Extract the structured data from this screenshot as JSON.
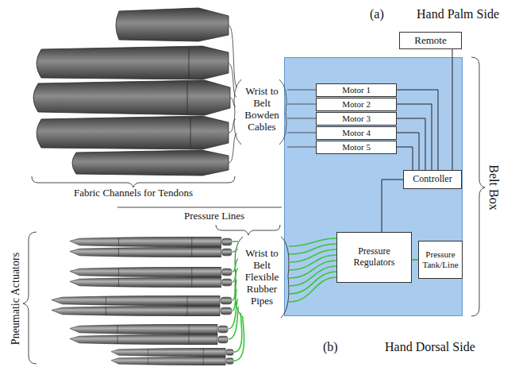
{
  "diagram": {
    "nodes": [
      {
        "text": [
          "Remote"
        ]
      },
      {
        "text": [
          "Belt Box"
        ]
      },
      {
        "text": [
          "Motor 1"
        ],
        "in": 1
      },
      {
        "text": [
          "Motor 2"
        ],
        "in": 1
      },
      {
        "text": [
          "Motor 3"
        ],
        "in": 1
      },
      {
        "text": [
          "Motor 4"
        ],
        "in": 1
      },
      {
        "text": [
          "Motor 5"
        ],
        "in": 1
      },
      {
        "text": [
          "Controller"
        ],
        "in": 1
      },
      {
        "text": [
          "Pressure Regulators"
        ],
        "in": 1
      },
      {
        "text": [
          "Pressure Tank/Line"
        ],
        "in": 1
      }
    ],
    "edges": [
      {
        "from": 0,
        "to": 7,
        "arrow": "none"
      },
      {
        "from": 7,
        "to": 2,
        "arrow": "none"
      },
      {
        "from": 7,
        "to": 3,
        "arrow": "none"
      },
      {
        "from": 7,
        "to": 4,
        "arrow": "none"
      },
      {
        "from": 7,
        "to": 5,
        "arrow": "none"
      },
      {
        "from": 7,
        "to": 6,
        "arrow": "none"
      },
      {
        "from": 7,
        "to": 8,
        "arrow": "none"
      },
      {
        "from": 9,
        "to": 8,
        "arrow": "none"
      }
    ],
    "labels": [
      "(a)",
      "Hand Palm Side",
      "Wrist to Belt Bowden Cables",
      "Fabric Channels for Tendons",
      "Pressure Lines",
      "Pneumatic Actuators",
      "Wrist to Belt Flexible Rubber Pipes",
      "(b)",
      "Hand Dorsal Side"
    ]
  }
}
